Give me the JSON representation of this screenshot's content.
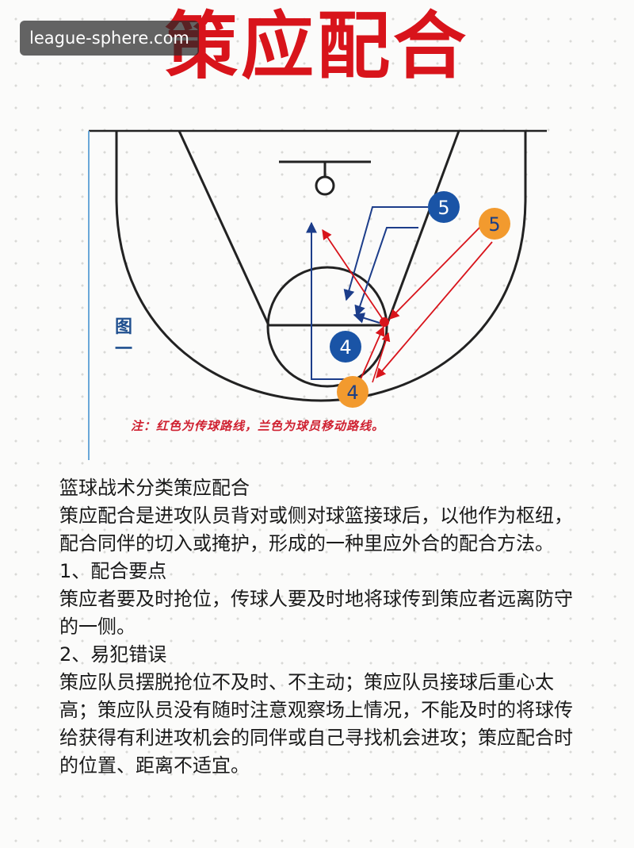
{
  "watermark": "league-sphere.com",
  "title": "策应配合",
  "figure": {
    "label": "图一",
    "note": "注：红色为传球路线，兰色为球员移动路线。",
    "players": [
      {
        "number": "5",
        "team": "blue"
      },
      {
        "number": "5",
        "team": "orange"
      },
      {
        "number": "4",
        "team": "blue"
      },
      {
        "number": "4",
        "team": "orange"
      }
    ],
    "colors": {
      "pass_route": "#d8141b",
      "move_route": "#1c3d8a",
      "blue_player": "#1a54a6",
      "orange_player": "#f29a2e"
    }
  },
  "content": {
    "heading": "篮球战术分类策应配合",
    "intro": "策应配合是进攻队员背对或侧对球篮接球后，以他作为枢纽，配合同伴的切入或掩护，形成的一种里应外合的配合方法。",
    "section1_title": "1、配合要点",
    "section1_body": "策应者要及时抢位，传球人要及时地将球传到策应者远离防守的一侧。",
    "section2_title": "2、易犯错误",
    "section2_body": "策应队员摆脱抢位不及时、不主动；策应队员接球后重心太高；策应队员没有随时注意观察场上情况，不能及时的将球传给获得有利进攻机会的同伴或自己寻找机会进攻；策应配合时的位置、距离不适宜。"
  }
}
